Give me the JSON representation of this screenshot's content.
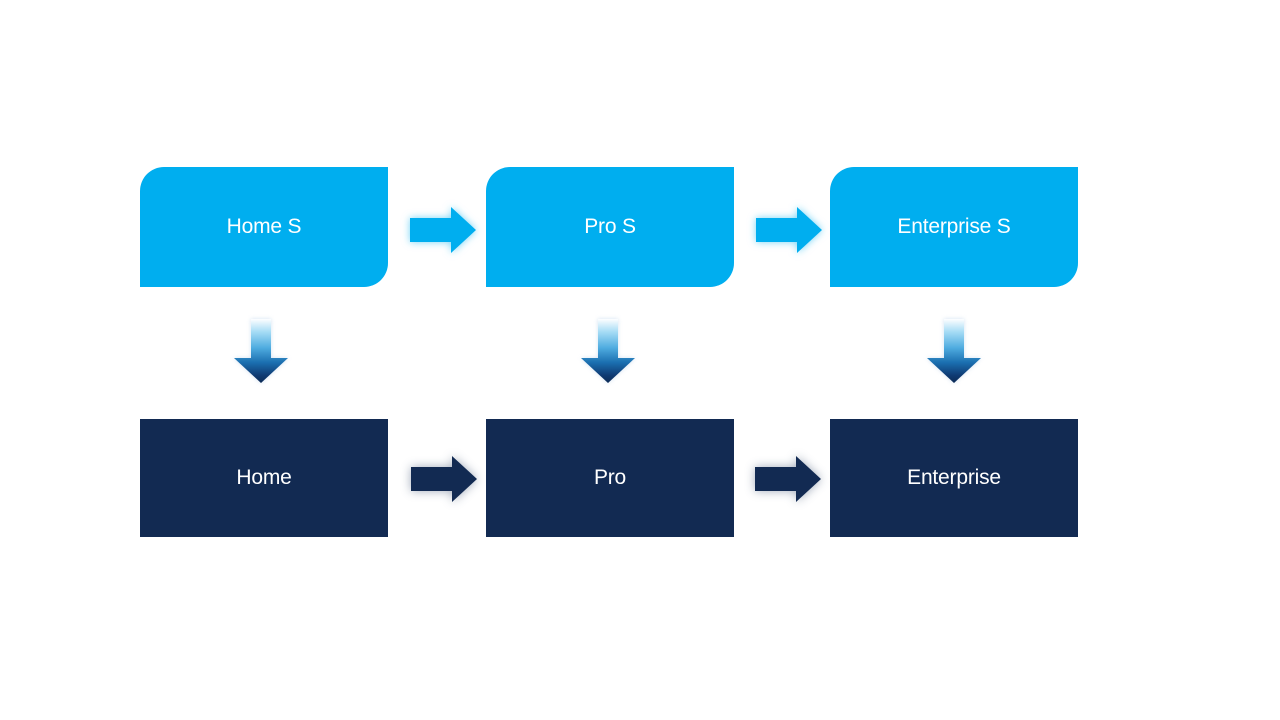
{
  "diagram": {
    "description": "Two-row process flow of product editions; top row S-mode editions flowing down to standard editions",
    "top_row": {
      "boxes": [
        {
          "label": "Home S"
        },
        {
          "label": "Pro S"
        },
        {
          "label": "Enterprise S"
        }
      ]
    },
    "bottom_row": {
      "boxes": [
        {
          "label": "Home"
        },
        {
          "label": "Pro"
        },
        {
          "label": "Enterprise"
        }
      ]
    },
    "edges": [
      {
        "from": "Home S",
        "to": "Pro S",
        "direction": "right"
      },
      {
        "from": "Pro S",
        "to": "Enterprise S",
        "direction": "right"
      },
      {
        "from": "Home S",
        "to": "Home",
        "direction": "down"
      },
      {
        "from": "Pro S",
        "to": "Pro",
        "direction": "down"
      },
      {
        "from": "Enterprise S",
        "to": "Enterprise",
        "direction": "down"
      },
      {
        "from": "Home",
        "to": "Pro",
        "direction": "right"
      },
      {
        "from": "Pro",
        "to": "Enterprise",
        "direction": "right"
      }
    ],
    "colors": {
      "light_blue": "#00AEEF",
      "dark_navy": "#122A52",
      "background": "#FFFFFF",
      "text": "#FFFFFF"
    }
  }
}
